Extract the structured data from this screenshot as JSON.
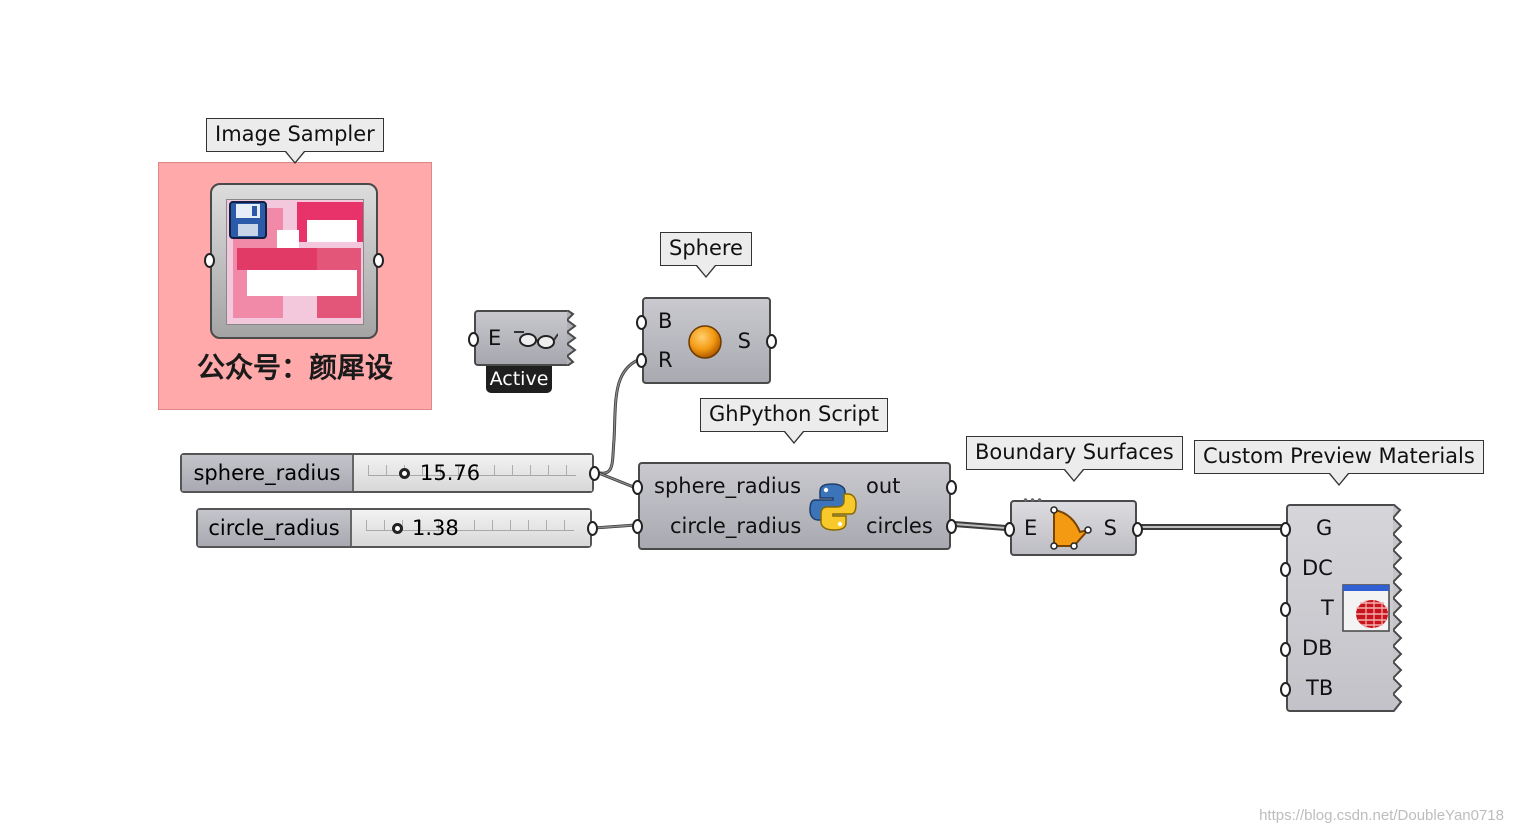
{
  "canvas": {
    "background": "#ffffff",
    "watermark": "https://blog.csdn.net/DoubleYan0718"
  },
  "image_sampler": {
    "tooltip": "Image Sampler",
    "caption": "公众号：颜犀设",
    "highlight_color": "#ffa9aa"
  },
  "data_dam": {
    "input": "E",
    "status": "Active",
    "icon": "glasses-icon"
  },
  "sphere": {
    "tooltip": "Sphere",
    "input_b": "B",
    "input_r": "R",
    "output_s": "S",
    "icon": "sphere-icon"
  },
  "sliders": [
    {
      "name": "sphere_radius",
      "value": "15.76"
    },
    {
      "name": "circle_radius",
      "value": "1.38"
    }
  ],
  "python": {
    "tooltip": "GhPython Script",
    "inputs": [
      "sphere_radius",
      "circle_radius"
    ],
    "outputs": [
      "out",
      "circles"
    ],
    "icon": "python-icon"
  },
  "boundary": {
    "tooltip": "Boundary Surfaces",
    "input": "E",
    "output": "S",
    "icon": "boundary-surface-icon"
  },
  "preview": {
    "tooltip": "Custom Preview Materials",
    "inputs": [
      "G",
      "DC",
      "T",
      "DB",
      "TB"
    ],
    "icon": "material-preview-icon"
  }
}
